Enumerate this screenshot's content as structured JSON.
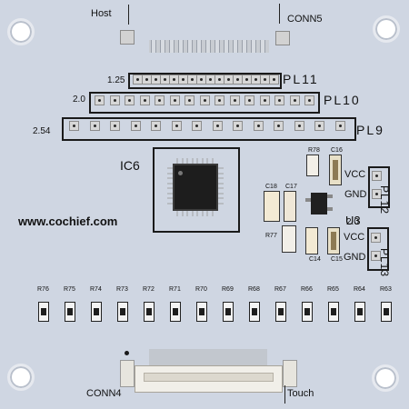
{
  "labels": {
    "host": "Host",
    "conn5": "CONN5",
    "pl11": "PL11",
    "pl10": "PL10",
    "pl9": "PL9",
    "pitch_125": "1.25",
    "pitch_20": "2.0",
    "pitch_254": "2.54",
    "ic6": "IC6",
    "website": "www.cochief.com",
    "u3": "U3",
    "pl12": "PL12",
    "pl13": "PL13",
    "pitch_20b": "2.0",
    "vcc1": "VCC",
    "gnd1": "GND",
    "vcc2": "VCC",
    "gnd2": "GND",
    "conn4": "CONN4",
    "touch": "Touch",
    "c16": "C16",
    "c17": "C17",
    "c18": "C18",
    "c14": "C14",
    "c15": "C15",
    "r78": "R78",
    "r77": "R77"
  },
  "resistors": [
    "R76",
    "R75",
    "R74",
    "R73",
    "R72",
    "R71",
    "R70",
    "R69",
    "R68",
    "R67",
    "R66",
    "R65",
    "R64",
    "R63"
  ],
  "colors": {
    "board": "#cfd6e2",
    "silkscreen": "#1a1a1a",
    "chip": "#1d1d1d",
    "connector": "#f1efe9"
  }
}
